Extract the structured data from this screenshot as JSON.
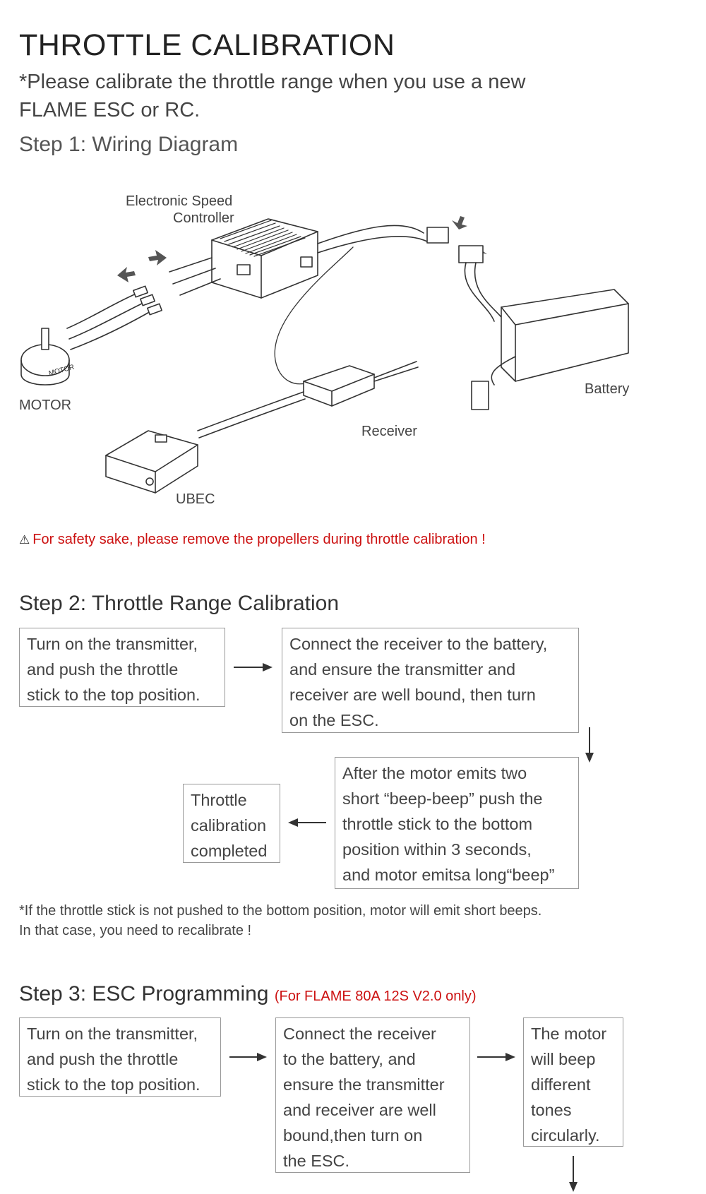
{
  "title": "THROTTLE CALIBRATION",
  "intro_lines": [
    "*Please calibrate the throttle range when you use a new",
    "FLAME ESC or RC."
  ],
  "step1": {
    "heading": "Step 1: Wiring Diagram",
    "labels": {
      "esc_line1": "Electronic Speed",
      "esc_line2": "Controller",
      "battery": "Battery",
      "motor": "MOTOR",
      "motor_stamp": "MOTOR",
      "receiver": "Receiver",
      "ubec": "UBEC"
    },
    "warning_icon": "warning-triangle-icon",
    "warning": "For safety sake, please remove the propellers during throttle calibration !"
  },
  "step2": {
    "heading": "Step 2: Throttle Range Calibration",
    "box1": [
      "Turn on the transmitter,",
      "and push the throttle",
      "stick to the top position."
    ],
    "box2": [
      "Connect the receiver to the battery,",
      "and ensure the transmitter and",
      "receiver are well bound, then turn",
      "on the ESC."
    ],
    "box3": [
      "After the motor emits two",
      "short “beep-beep” push the",
      "throttle stick to the bottom",
      "position within 3 seconds,",
      "and motor emitsa long“beep”"
    ],
    "box4": [
      "Throttle",
      "calibration",
      "completed"
    ],
    "note_lines": [
      "*If the throttle stick is not pushed to the bottom position, motor will emit short beeps.",
      "In that case, you need to recalibrate !"
    ]
  },
  "step3": {
    "heading": "Step 3: ESC Programming",
    "subheading": "(For FLAME 80A 12S V2.0 only)",
    "box1": [
      "Turn on the transmitter,",
      "and push the throttle",
      "stick to the top position."
    ],
    "box2": [
      "Connect the receiver",
      "to the battery, and",
      "ensure the transmitter",
      "and receiver are well",
      "bound,then turn on",
      "the ESC."
    ],
    "box3": [
      "The motor",
      "will beep",
      "different",
      "tones",
      "circularly."
    ]
  },
  "colors": {
    "warning_red": "#cc1111",
    "border_gray": "#999999",
    "text": "#444444"
  }
}
